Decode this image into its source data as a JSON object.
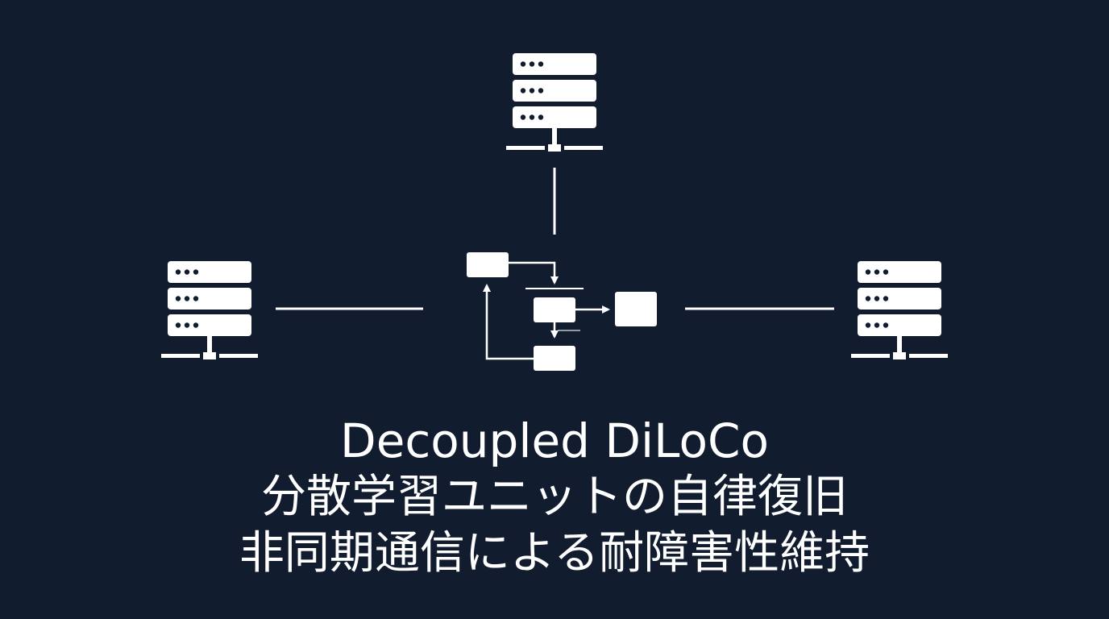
{
  "diagram": {
    "nodes": [
      {
        "id": "server-top",
        "icon": "server-icon"
      },
      {
        "id": "server-left",
        "icon": "server-icon"
      },
      {
        "id": "server-right",
        "icon": "server-icon"
      },
      {
        "id": "block-a",
        "icon": "process-block"
      },
      {
        "id": "block-b",
        "icon": "process-block"
      },
      {
        "id": "block-c",
        "icon": "process-block"
      },
      {
        "id": "block-d",
        "icon": "process-block"
      }
    ],
    "edges": [
      {
        "from": "server-top",
        "to": "hub",
        "style": "line"
      },
      {
        "from": "server-left",
        "to": "hub",
        "style": "line"
      },
      {
        "from": "server-right",
        "to": "hub",
        "style": "line"
      },
      {
        "from": "block-a",
        "to": "block-b",
        "style": "arrow"
      },
      {
        "from": "block-b",
        "to": "block-c",
        "style": "arrow"
      },
      {
        "from": "block-b",
        "to": "block-d",
        "style": "arrow"
      },
      {
        "from": "block-d",
        "to": "block-a",
        "style": "arrow"
      }
    ],
    "colors": {
      "background": "#121c2f",
      "foreground": "#ffffff"
    }
  },
  "title": {
    "line1": "Decoupled DiLoCo",
    "line2": "分散学習ユニットの自律復旧",
    "line3": "非同期通信による耐障害性維持"
  }
}
